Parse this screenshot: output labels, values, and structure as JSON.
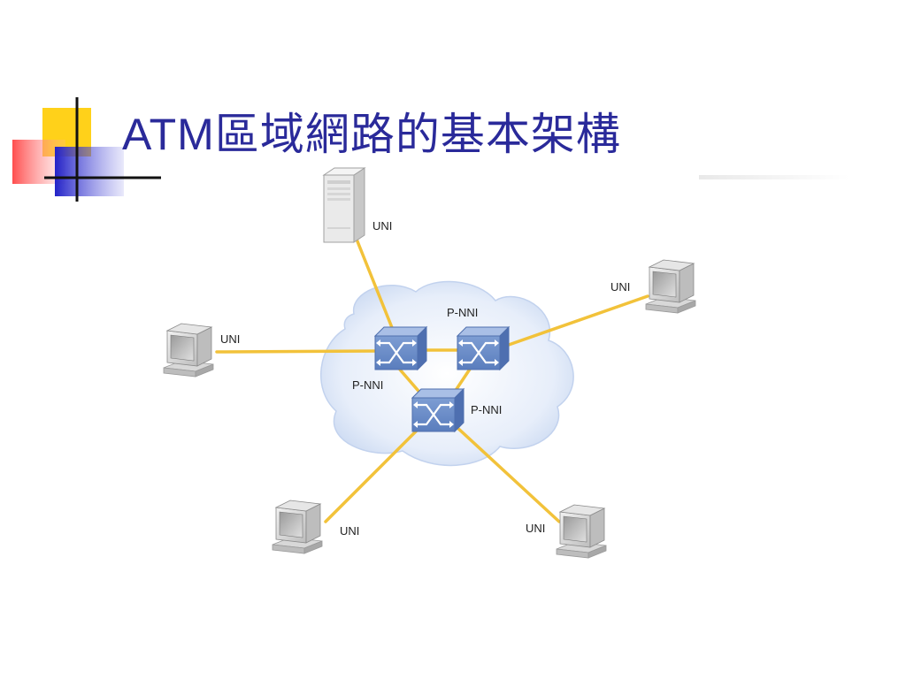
{
  "title": "ATM區域網路的基本架構",
  "colors": {
    "title": "#2a2a9a",
    "link": "#f2c23a",
    "switch": "#6f90c9",
    "cloud": "#dbe6f6",
    "deco_yellow": "#ffd11a",
    "deco_blue": "#2a2ad0",
    "deco_red": "#ff5a5a"
  },
  "labels": {
    "server_uni": "UNI",
    "pc_left_uni": "UNI",
    "pc_right_uni": "UNI",
    "pc_bottom_left_uni": "UNI",
    "pc_bottom_right_uni": "UNI",
    "switch_left_pnni": "P-NNI",
    "switch_right_pnni": "P-NNI",
    "switch_bottom_pnni": "P-NNI"
  },
  "icons": {
    "server": "server-icon",
    "computer": "computer-icon",
    "switch": "atm-switch-icon",
    "cloud": "network-cloud"
  }
}
